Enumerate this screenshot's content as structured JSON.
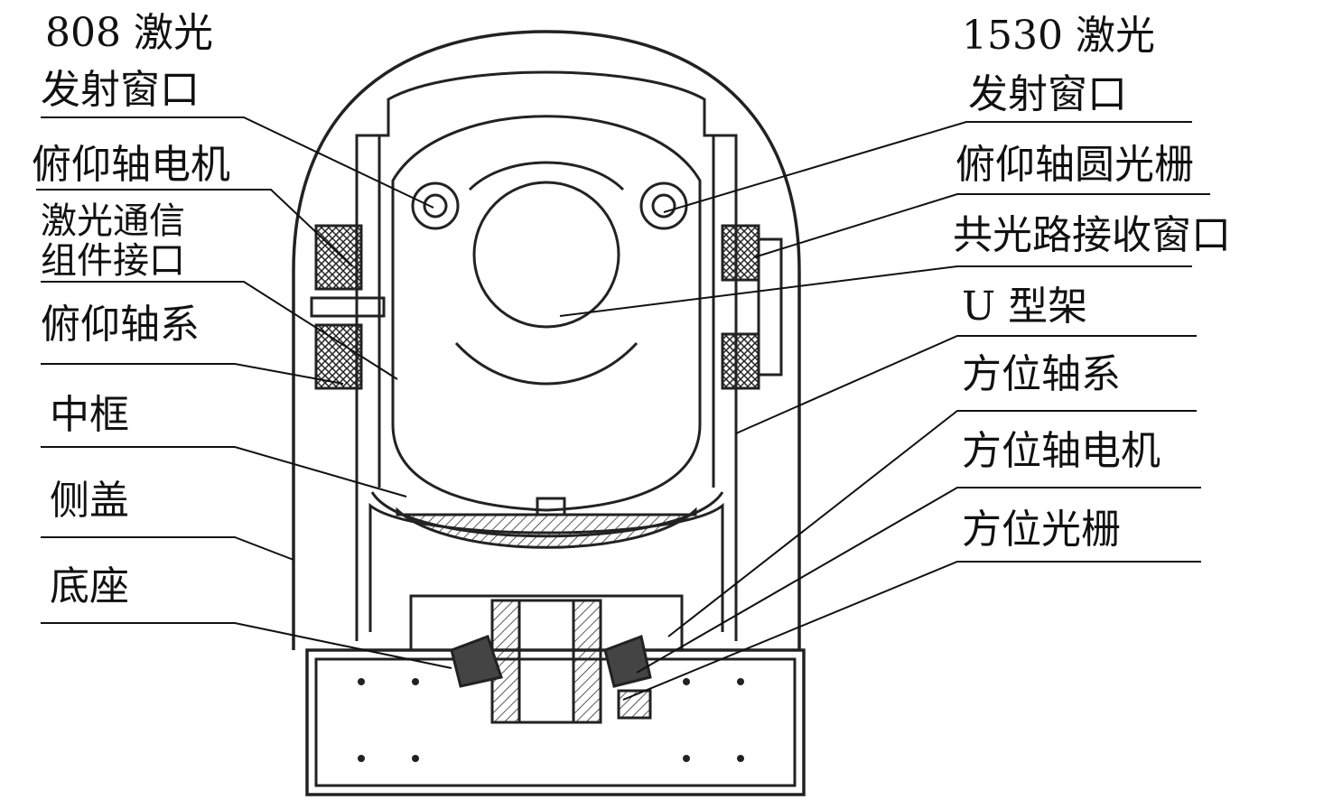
{
  "left_labels": {
    "laser808_line1": "808 激光",
    "laser808_line2": "发射窗口",
    "pitch_motor": "俯仰轴电机",
    "laser_comm_line1": "激光通信",
    "laser_comm_line2": "组件接口",
    "pitch_shaft": "俯仰轴系",
    "middle_frame": "中框",
    "side_cover": "侧盖",
    "base": "底座"
  },
  "right_labels": {
    "laser1530_line1": "1530 激光",
    "laser1530_line2": "发射窗口",
    "pitch_grating": "俯仰轴圆光栅",
    "receive_window": "共光路接收窗口",
    "u_frame": "U 型架",
    "azimuth_shaft": "方位轴系",
    "azimuth_motor": "方位轴电机",
    "azimuth_grating": "方位光栅"
  }
}
